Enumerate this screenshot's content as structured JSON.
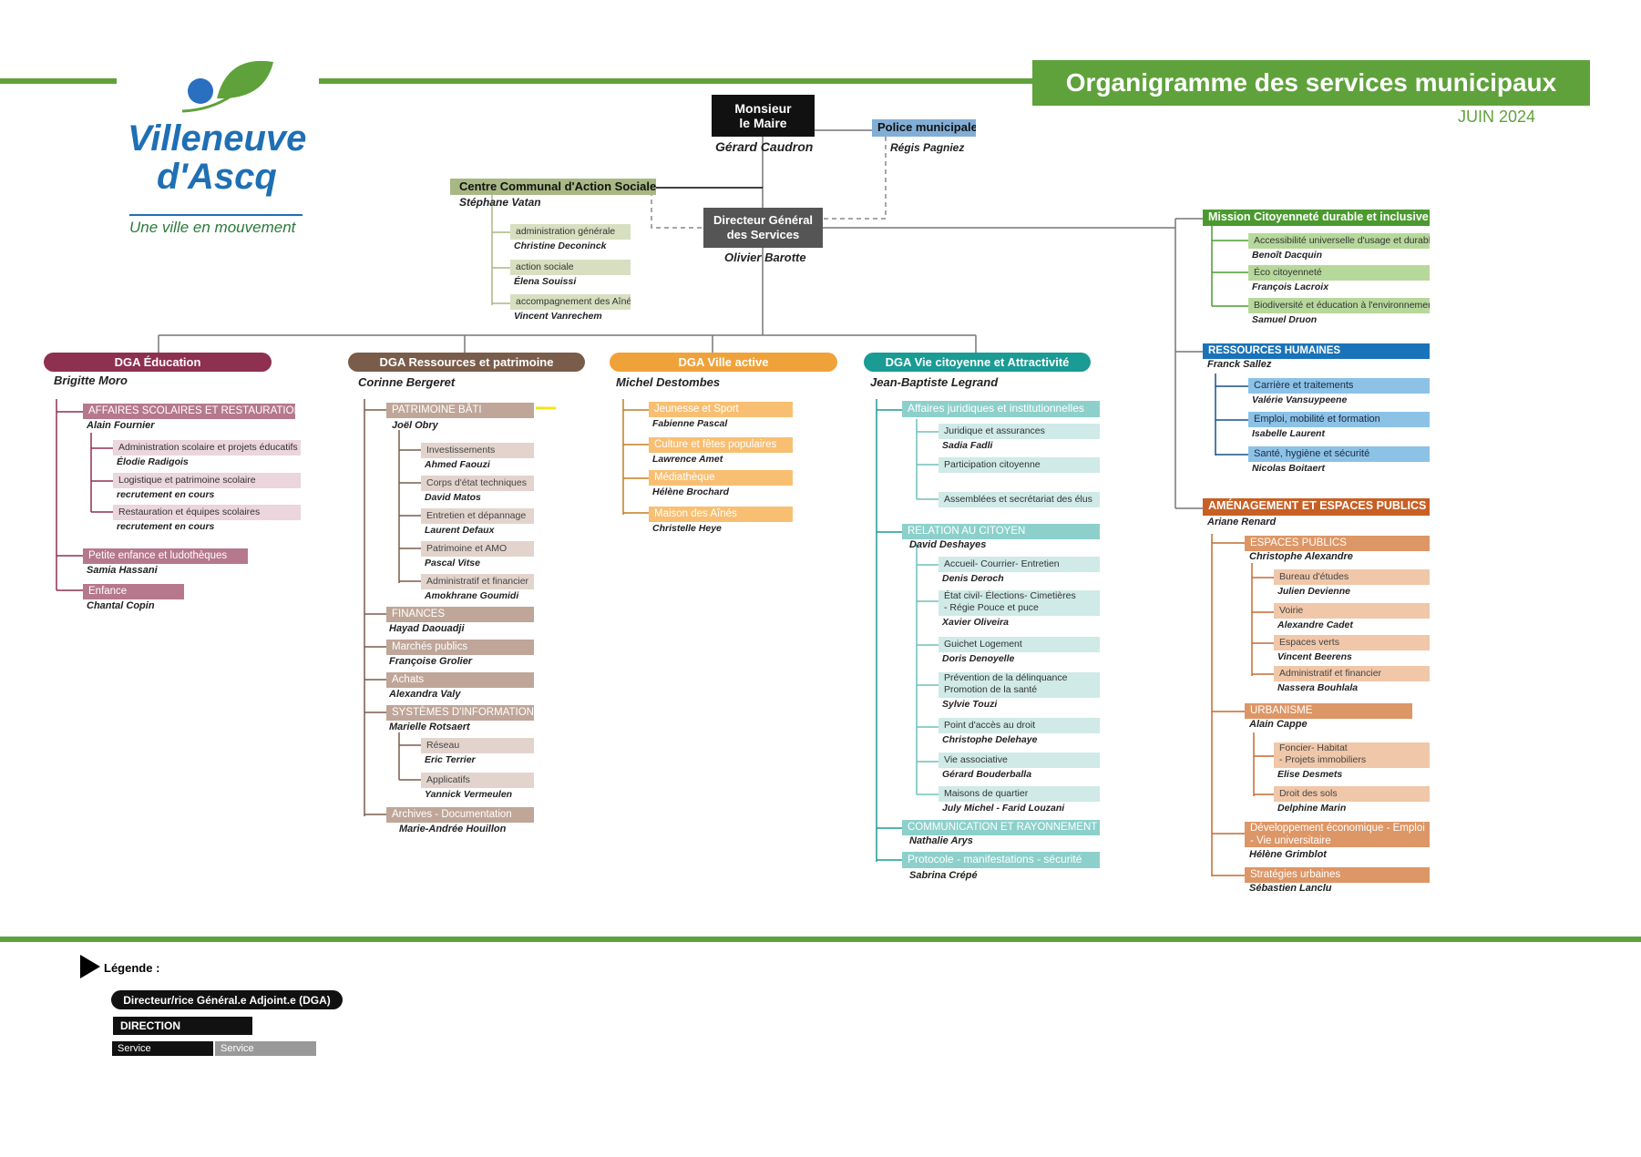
{
  "header": {
    "title": "Organigramme des services municipaux",
    "date": "JUIN 2024"
  },
  "logo": {
    "line1": "Villeneuve",
    "line2": "d'Ascq",
    "tagline": "Une ville en mouvement"
  },
  "top": {
    "maire_title": "Monsieur le Maire",
    "maire_name": "Gérard Caudron",
    "police_title": "Police municipale",
    "police_name": "Régis Pagniez",
    "dgs_title": "Directeur Général des Services",
    "dgs_name": "Olivier Barotte",
    "ccas_title": "Centre Communal d'Action Sociale",
    "ccas_name": "Stéphane Vatan",
    "ccas_items": [
      {
        "label": "administration générale",
        "name": "Christine Deconinck"
      },
      {
        "label": "action sociale",
        "name": "Élena Souissi"
      },
      {
        "label": "accompagnement des Aînés",
        "name": "Vincent Vanrechem"
      }
    ]
  },
  "dga_education": {
    "title": "DGA Éducation",
    "name": "Brigitte Moro",
    "dir1": "AFFAIRES SCOLAIRES ET RESTAURATION",
    "dir1_name": "Alain Fournier",
    "items": [
      {
        "label": "Administration scolaire et projets éducatifs",
        "name": "Élodie Radigois"
      },
      {
        "label": "Logistique et patrimoine scolaire",
        "name": "recrutement en cours"
      },
      {
        "label": "Restauration et équipes scolaires",
        "name": "recrutement en cours"
      }
    ],
    "svc1": "Petite enfance et ludothèques",
    "svc1_name": "Samia Hassani",
    "svc2": "Enfance",
    "svc2_name": "Chantal Copin"
  },
  "dga_ressources": {
    "title": "DGA Ressources et patrimoine",
    "name": "Corinne Bergeret",
    "dir1": "PATRIMOINE BÂTI",
    "dir1_name": "Joël Obry",
    "patrimoine": [
      {
        "label": "Investissements",
        "name": "Ahmed Faouzi"
      },
      {
        "label": "Corps d'état techniques",
        "name": "David Matos"
      },
      {
        "label": "Entretien et dépannage",
        "name": "Laurent Defaux"
      },
      {
        "label": "Patrimoine et AMO",
        "name": "Pascal Vitse"
      },
      {
        "label": "Administratif et financier",
        "name": "Amokhrane Goumidi"
      }
    ],
    "finances": "FINANCES",
    "finances_name": "Hayad Daouadji",
    "marches": "Marchés publics",
    "marches_name": "Françoise Grolier",
    "achats": "Achats",
    "achats_name": "Alexandra Valy",
    "si": "SYSTÈMES D'INFORMATION",
    "si_name": "Marielle Rotsaert",
    "si_items": [
      {
        "label": "Réseau",
        "name": "Eric Terrier"
      },
      {
        "label": "Applicatifs",
        "name": "Yannick Vermeulen"
      }
    ],
    "archives": "Archives - Documentation",
    "archives_name": "Marie-Andrée Houillon"
  },
  "dga_ville": {
    "title": "DGA Ville active",
    "name": "Michel Destombes",
    "items": [
      {
        "label": "Jeunesse et Sport",
        "name": "Fabienne Pascal"
      },
      {
        "label": "Culture et fêtes populaires",
        "name": "Lawrence Amet"
      },
      {
        "label": "Médiathèque",
        "name": "Hélène Brochard"
      },
      {
        "label": "Maison des Aînés",
        "name": "Christelle Heye"
      }
    ]
  },
  "dga_citoyenne": {
    "title": "DGA Vie citoyenne et Attractivité",
    "name": "Jean-Baptiste Legrand",
    "aj": "Affaires juridiques et institutionnelles",
    "aj_items": [
      {
        "label": "Juridique et assurances",
        "name": "Sadia Fadli"
      },
      {
        "label": "Participation citoyenne",
        "name": ""
      },
      {
        "label": "Assemblées et secrétariat des élus",
        "name": ""
      }
    ],
    "rc": "RELATION AU CITOYEN",
    "rc_name": "David Deshayes",
    "rc_items": [
      {
        "label": "Accueil- Courrier- Entretien",
        "label2": "",
        "name": "Denis Deroch"
      },
      {
        "label": "État civil- Élections- Cimetières",
        "label2": "- Régie Pouce et puce",
        "name": "Xavier Oliveira"
      },
      {
        "label": "Guichet Logement",
        "label2": "",
        "name": "Doris Denoyelle"
      },
      {
        "label": "Prévention de la délinquance",
        "label2": "Promotion de la santé",
        "name": "Sylvie Touzi"
      },
      {
        "label": "Point d'accès au droit",
        "label2": "",
        "name": "Christophe Delehaye"
      },
      {
        "label": "Vie associative",
        "label2": "",
        "name": "Gérard Bouderballa"
      },
      {
        "label": "Maisons de quartier",
        "label2": "",
        "name": "July Michel - Farid Louzani"
      }
    ],
    "com": "COMMUNICATION ET RAYONNEMENT",
    "com_name": "Nathalie Arys",
    "proto": "Protocole - manifestations - sécurité",
    "proto_name": "Sabrina Crépé"
  },
  "right": {
    "mission": "Mission Citoyenneté durable et inclusive",
    "mission_items": [
      {
        "label": "Accessibilité universelle d'usage et durable",
        "name": "Benoît Dacquin"
      },
      {
        "label": "Éco citoyenneté",
        "name": "François Lacroix"
      },
      {
        "label": "Biodiversité et éducation à l'environnement",
        "name": "Samuel Druon"
      }
    ],
    "rh": "RESSOURCES HUMAINES",
    "rh_name": "Franck Sallez",
    "rh_items": [
      {
        "label": "Carrière et traitements",
        "name": "Valérie Vansuypeene"
      },
      {
        "label": "Emploi, mobilité et formation",
        "name": "Isabelle Laurent"
      },
      {
        "label": "Santé, hygiène et sécurité",
        "name": "Nicolas Boitaert"
      }
    ],
    "amenag": "AMÉNAGEMENT ET ESPACES PUBLICS",
    "amenag_name": "Ariane Renard",
    "ep": "ESPACES PUBLICS",
    "ep_name": "Christophe Alexandre",
    "ep_items": [
      {
        "label": "Bureau d'études",
        "name": "Julien Devienne"
      },
      {
        "label": "Voirie",
        "name": "Alexandre Cadet"
      },
      {
        "label": "Espaces verts",
        "name": "Vincent Beerens"
      },
      {
        "label": "Administratif et financier",
        "name": "Nassera Bouhlala"
      }
    ],
    "urb": "URBANISME",
    "urb_name": "Alain Cappe",
    "urb_items": [
      {
        "label": "Foncier- Habitat",
        "label2": "- Projets immobiliers",
        "name": "Elise Desmets"
      },
      {
        "label": "Droit des sols",
        "label2": "",
        "name": "Delphine Marin"
      }
    ],
    "dev": "Développement économique - Emploi",
    "dev2": "- Vie universitaire",
    "dev_name": "Hélène Grimblot",
    "strat": "Stratégies urbaines",
    "strat_name": "Sébastien Lanclu"
  },
  "legend": {
    "title": "Légende :",
    "dga": "Directeur/rice Général.e Adjoint.e (DGA)",
    "direction": "DIRECTION",
    "service1": "Service",
    "service2": "Service"
  }
}
